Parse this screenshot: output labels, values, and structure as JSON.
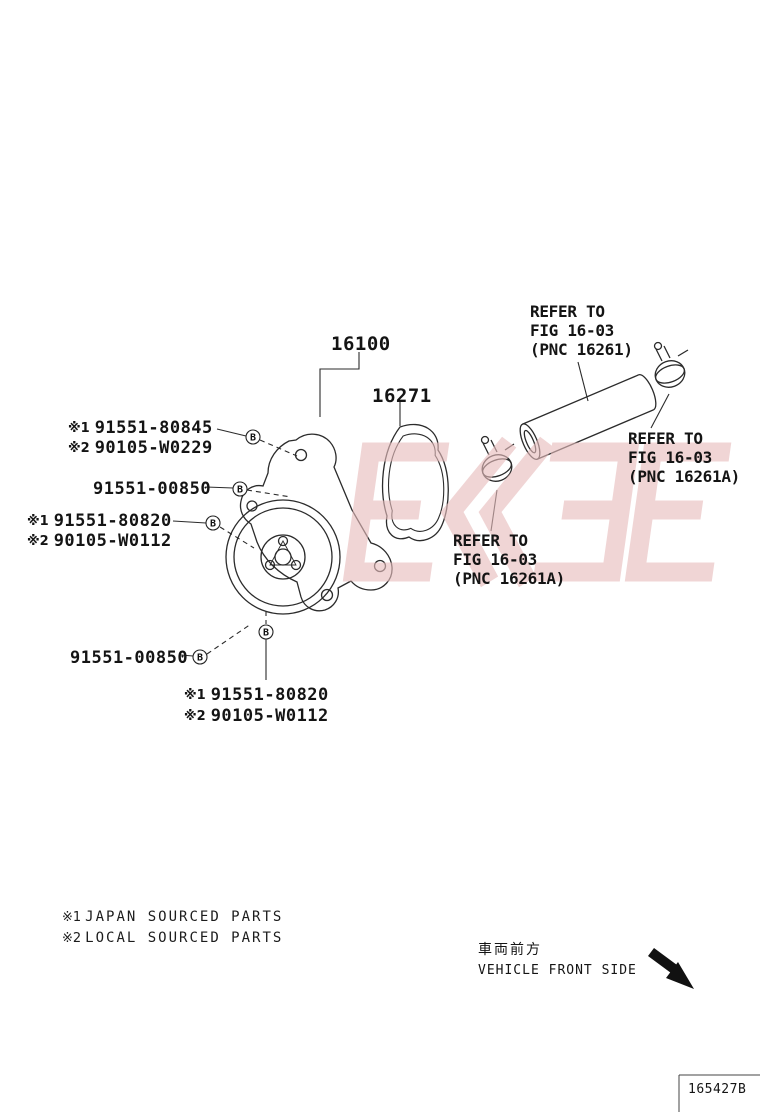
{
  "diagram": {
    "part_16100": "16100",
    "part_16271": "16271"
  },
  "refer_notes": [
    {
      "line1": "REFER TO",
      "line2": "FIG 16-03",
      "line3": "(PNC 16261)"
    },
    {
      "line1": "REFER TO",
      "line2": "FIG 16-03",
      "line3": "(PNC 16261A)"
    },
    {
      "line1": "REFER TO",
      "line2": "FIG 16-03",
      "line3": "(PNC 16261A)"
    }
  ],
  "parts": [
    {
      "prefix": "※1",
      "number": "91551-80845"
    },
    {
      "prefix": "※2",
      "number": "90105-W0229"
    },
    {
      "prefix": "",
      "number": "91551-00850"
    },
    {
      "prefix": "※1",
      "number": "91551-80820"
    },
    {
      "prefix": "※2",
      "number": "90105-W0112"
    },
    {
      "prefix": "",
      "number": "91551-00850"
    },
    {
      "prefix": "※1",
      "number": "91551-80820"
    },
    {
      "prefix": "※2",
      "number": "90105-W0112"
    }
  ],
  "marker": {
    "letter": "B"
  },
  "legend": [
    {
      "prefix": "※1",
      "text": "JAPAN SOURCED PARTS"
    },
    {
      "prefix": "※2",
      "text": "LOCAL SOURCED PARTS"
    }
  ],
  "orientation": {
    "jp": "車両前方",
    "en": "VEHICLE FRONT SIDE"
  },
  "footer": {
    "code": "165427B"
  }
}
